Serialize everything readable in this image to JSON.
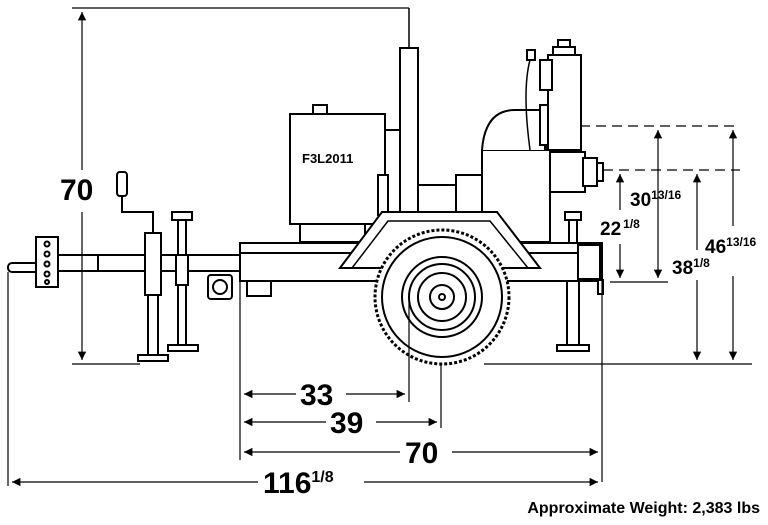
{
  "engine_label": "F3L2011",
  "dimensions": {
    "overall_height": {
      "whole": "70",
      "frac": ""
    },
    "suction_height": {
      "whole": "30",
      "frac": "13/16"
    },
    "discharge_height": {
      "whole": "22",
      "frac": "1/8"
    },
    "top_height": {
      "whole": "46",
      "frac": "13/16"
    },
    "mid_height": {
      "whole": "38",
      "frac": "1/8"
    },
    "len_33": {
      "whole": "33",
      "frac": ""
    },
    "len_39": {
      "whole": "39",
      "frac": ""
    },
    "len_70": {
      "whole": "70",
      "frac": ""
    },
    "overall_length": {
      "whole": "116",
      "frac": "1/8"
    }
  },
  "weight_text": "Approximate Weight: 2,383 lbs"
}
